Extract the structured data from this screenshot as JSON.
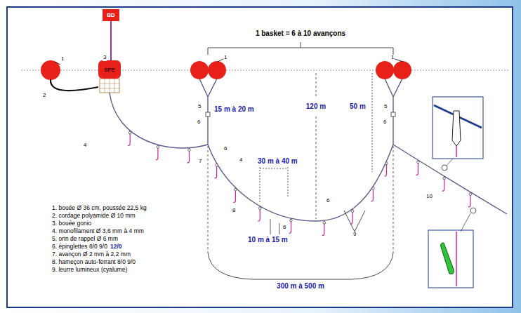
{
  "diagram": {
    "nodes": [
      {
        "text": [
          "BD"
        ]
      },
      {
        "text": [
          "SFE"
        ]
      }
    ],
    "edges": [
      {
        "from": 0,
        "to": 1,
        "arrow": "none"
      }
    ],
    "labels": [
      "1",
      "2",
      "3",
      "4",
      "1",
      "5",
      "6",
      "6",
      "7",
      "4",
      "8",
      "6",
      "6",
      "9",
      "5",
      "6",
      "1",
      "10",
      "1 basket = 6 à 10 avançons",
      "15 m à 20 m",
      "30 m à 40 m",
      "120 m",
      "50 m",
      "10 m à 15 m",
      "300 m à 500 m",
      "1. bouée Ø 36 cm, poussée 22,5 kg",
      "2. cordage polyamide Ø 10 mm",
      "3. bouée gonio",
      "4. monofilament Ø 3,6 mm à 4 mm",
      "5. orin de rappel Ø 6 mm",
      "6. épinglettes 8/0 9/0",
      "7. avançon Ø 2 mm à 2,2 mm",
      "8. hameçon auto-ferrant 8/0 9/0",
      "9. leurre lumineux (cyalume)",
      "12/0"
    ]
  }
}
